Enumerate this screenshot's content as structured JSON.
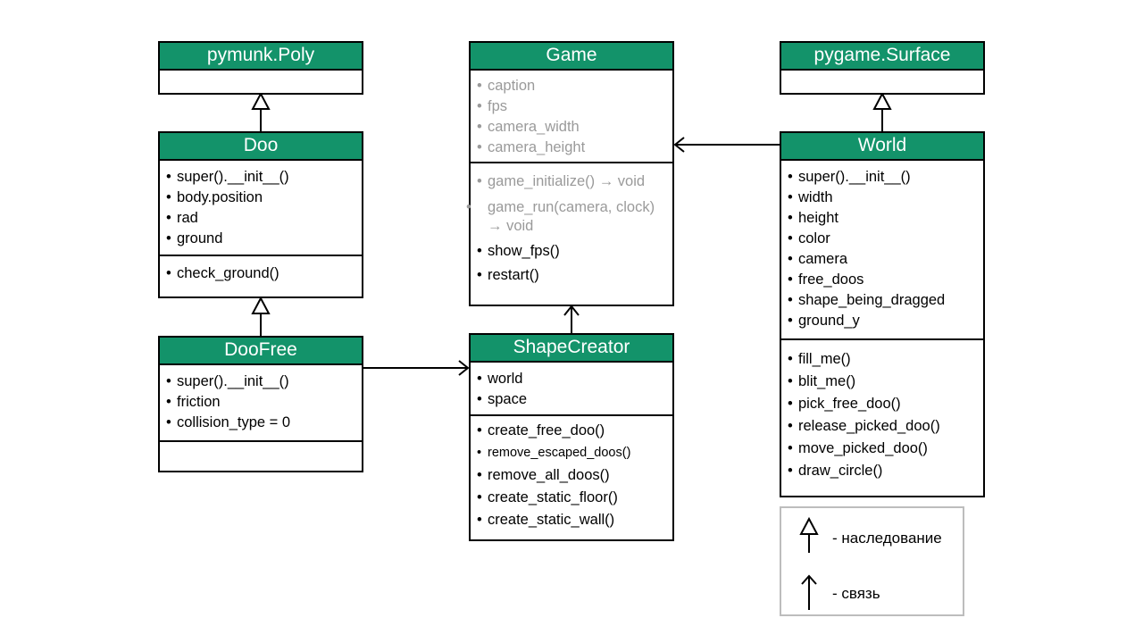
{
  "classes": {
    "poly": {
      "title": "pymunk.Poly"
    },
    "game": {
      "title": "Game",
      "attributes": [
        "caption",
        "fps",
        "camera_width",
        "camera_height"
      ],
      "methods": [
        "game_initialize() → void",
        "game_run(camera, clock) → void",
        "show_fps()",
        "restart()"
      ]
    },
    "surface": {
      "title": "pygame.Surface"
    },
    "doo": {
      "title": "Doo",
      "attributes": [
        "super().__init__()",
        "body.position",
        "rad",
        "ground"
      ],
      "methods": [
        "check_ground()"
      ]
    },
    "world": {
      "title": "World",
      "attributes": [
        "super().__init__()",
        "width",
        "height",
        "color",
        "camera",
        "free_doos",
        "shape_being_dragged",
        "ground_y"
      ],
      "methods": [
        "fill_me()",
        "blit_me()",
        "pick_free_doo()",
        "release_picked_doo()",
        "move_picked_doo()",
        "draw_circle()"
      ]
    },
    "doofree": {
      "title": "DooFree",
      "attributes": [
        "super().__init__()",
        "friction",
        "collision_type = 0"
      ]
    },
    "shapecreator": {
      "title": "ShapeCreator",
      "attributes": [
        "world",
        "space"
      ],
      "methods": [
        "create_free_doo()",
        "remove_escaped_doos()",
        "remove_all_doos()",
        "create_static_floor()",
        "create_static_wall()"
      ]
    }
  },
  "legend": {
    "inheritance": "- наследование",
    "association": "- связь"
  },
  "bullet": "•",
  "colors": {
    "header": "#13936a",
    "gray_text": "#9a9a9a",
    "legend_border": "#bdbdbd"
  }
}
